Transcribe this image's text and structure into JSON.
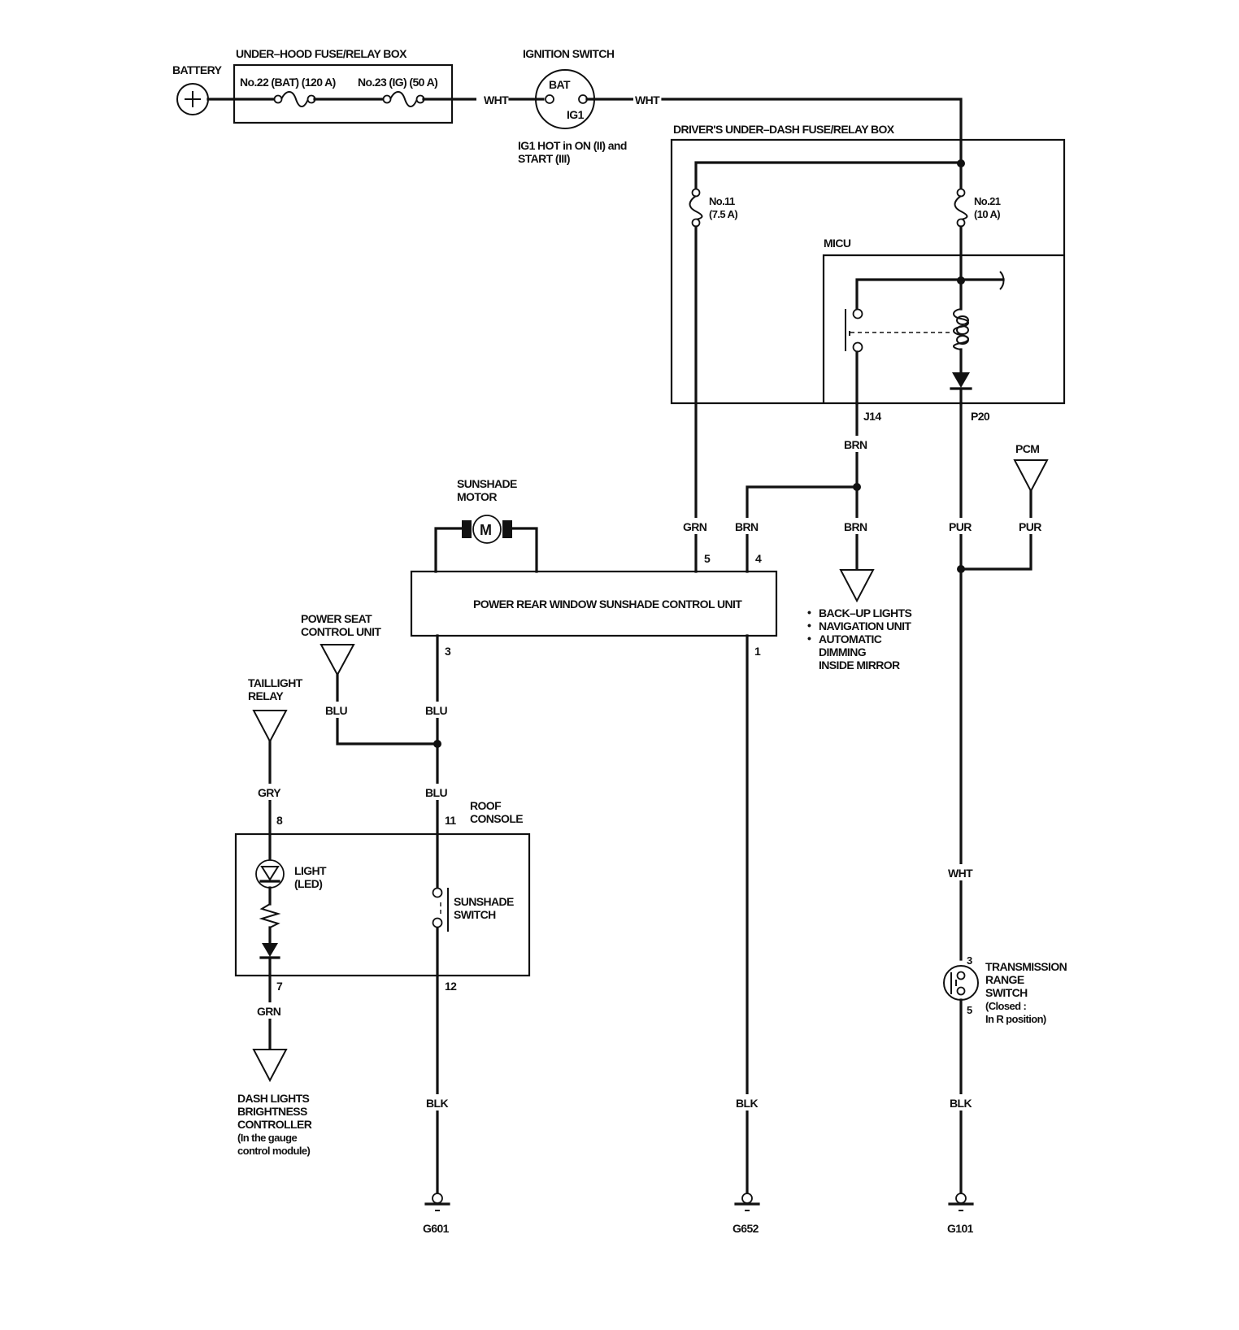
{
  "title": "Power Rear Window Sunshade Circuit Diagram",
  "power_source": {
    "battery_label": "BATTERY",
    "underhood_box_label": "UNDER–HOOD FUSE/RELAY BOX",
    "fuse_22_label": "No.22 (BAT) (120 A)",
    "fuse_23_label": "No.23 (IG) (50 A)",
    "wire_to_ignition": "WHT",
    "ignition_switch_label": "IGNITION SWITCH",
    "ignition_bat_terminal": "BAT",
    "ignition_ig1_terminal": "IG1",
    "ignition_note_line1": "IG1 HOT in ON (II) and",
    "ignition_note_line2": "START (III)",
    "wire_from_ignition": "WHT"
  },
  "underdash_box": {
    "label": "DRIVER'S UNDER–DASH FUSE/RELAY BOX",
    "fuse_11_name": "No.11",
    "fuse_11_rating": "(7.5 A)",
    "fuse_21_name": "No.21",
    "fuse_21_rating": "(10 A)",
    "micu_label": "MICU",
    "connector_j14": "J14",
    "connector_p20": "P20"
  },
  "control_unit": {
    "label": "POWER REAR WINDOW SUNSHADE CONTROL UNIT",
    "pin_5": "5",
    "pin_4": "4",
    "pin_3": "3",
    "pin_1": "1",
    "wire_pin5": "GRN",
    "wire_pin4": "BRN"
  },
  "motor": {
    "label_line1": "SUNSHADE",
    "label_line2": "MOTOR",
    "symbol": "M"
  },
  "brn_branch": {
    "wire_upper": "BRN",
    "wire_lower": "BRN",
    "destinations": [
      "BACK–UP LIGHTS",
      "NAVIGATION UNIT",
      "AUTOMATIC"
    ],
    "dest_cont_line1": "DIMMING",
    "dest_cont_line2": "INSIDE MIRROR",
    "bullet": "•"
  },
  "pcm": {
    "label": "PCM",
    "wire_main": "PUR",
    "wire_pcm": "PUR",
    "wire_lower": "WHT"
  },
  "power_seat": {
    "label_line1": "POWER SEAT",
    "label_line2": "CONTROL UNIT",
    "wire": "BLU",
    "wire_main_upper": "BLU",
    "wire_main_lower": "BLU"
  },
  "taillight": {
    "label_line1": "TAILLIGHT",
    "label_line2": "RELAY",
    "wire": "GRY"
  },
  "roof_console": {
    "label_line1": "ROOF",
    "label_line2": "CONSOLE",
    "pin_8": "8",
    "pin_11": "11",
    "pin_7": "7",
    "pin_12": "12",
    "light_label_line1": "LIGHT",
    "light_label_line2": "(LED)",
    "switch_label_line1": "SUNSHADE",
    "switch_label_line2": "SWITCH"
  },
  "dash_lights": {
    "wire": "GRN",
    "label_line1": "DASH LIGHTS",
    "label_line2": "BRIGHTNESS",
    "label_line3": "CONTROLLER",
    "label_line4": "(In the gauge",
    "label_line5": "control module)"
  },
  "transmission": {
    "pin_3": "3",
    "pin_5": "5",
    "label_line1": "TRANSMISSION",
    "label_line2": "RANGE",
    "label_line3": "SWITCH",
    "label_line4": "(Closed :",
    "label_line5": "In R position)"
  },
  "grounds": {
    "g601_wire": "BLK",
    "g601_label": "G601",
    "g652_wire": "BLK",
    "g652_label": "G652",
    "g101_wire": "BLK",
    "g101_label": "G101"
  }
}
